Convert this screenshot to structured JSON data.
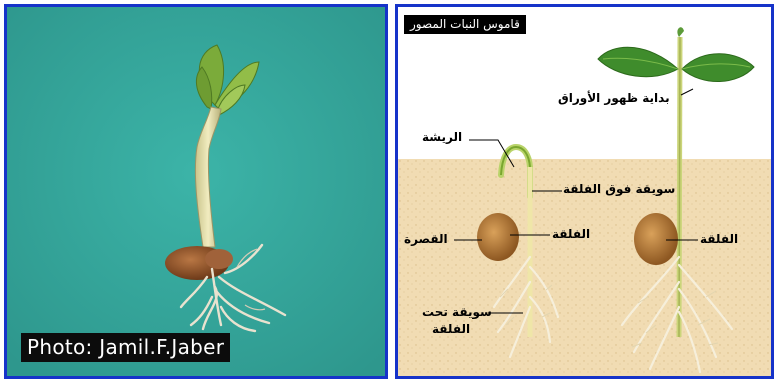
{
  "left_panel": {
    "photo_credit": "Photo: Jamil.F.Jaber"
  },
  "right_panel": {
    "title": "قاموس النبات المصور",
    "labels": {
      "leaves_emergence": "بداية ظهور الأوراق",
      "plumule": "الريشة",
      "epicotyl": "سويقة فوق الفلقة",
      "cotyledon": "الفلقة",
      "seed_coat": "القصرة",
      "cotyledon_right": "الفلقة",
      "hypocotyl_line1": "سويقة تحت",
      "hypocotyl_line2": "الفلقة"
    }
  },
  "colors": {
    "frame": "#1633c9",
    "photo_background": "#35a79c",
    "soil": "#f1dcb3",
    "leaf": "#3f8c2c",
    "stem": "#d9d98a",
    "cotyledon": "#b57b34"
  }
}
